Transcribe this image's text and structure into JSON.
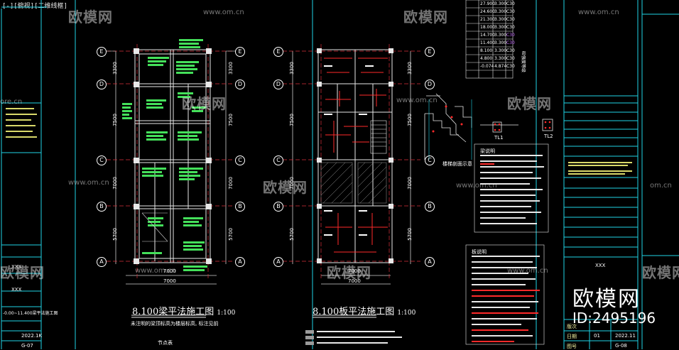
{
  "viewport_label": "[-][俯视][二维线框]",
  "watermark": {
    "logo": "欧模网",
    "url": "www.om.cn",
    "url_short": "om.cn",
    "url_partial": "ore.cn",
    "big_logo": "欧模网",
    "big_id": "ID:2495196"
  },
  "drawings": {
    "left": {
      "title": "8.100梁平法施工图",
      "scale": "1:100",
      "note": "未注明的梁顶标高为楼层标高, 标注见前",
      "sub": "节点表"
    },
    "right": {
      "title": "8.100板平法施工图",
      "scale": "1:100"
    }
  },
  "grid": {
    "rows": [
      "E",
      "D",
      "C",
      "B",
      "A"
    ],
    "dims_vertical": [
      "3300",
      "7500",
      "7000",
      "5700"
    ],
    "dim_horizontal": "7000"
  },
  "level_table": {
    "rows": [
      [
        "27.900",
        "3.300",
        "C30"
      ],
      [
        "24.600",
        "3.300",
        "C30"
      ],
      [
        "21.300",
        "3.300",
        "C30"
      ],
      [
        "18.000",
        "3.300",
        "C30"
      ],
      [
        "14.700",
        "3.300",
        "C30"
      ],
      [
        "11.400",
        "3.300",
        "C30"
      ],
      [
        "8.100",
        "3.300",
        "C30"
      ],
      [
        "4.800",
        "3.300",
        "C30"
      ],
      [
        "-0.074",
        "4.874",
        "C30"
      ]
    ],
    "header": [
      "层高(m)",
      "层高",
      "砼强度等级"
    ]
  },
  "section_caption": "楼梯剖面示意",
  "nodes": [
    "TL1",
    "TL2"
  ],
  "notes_title": "梁说明",
  "notes_title2": "板说明",
  "title_block_left": {
    "date": "2022.1K",
    "sheet": "G-07",
    "xxx1": "XXX",
    "xxx2": "XXX",
    "levels": "-0.00~11.400梁平法施工图"
  },
  "title_block_right": {
    "xxx": "XXX",
    "ver": "01",
    "date": "2022.11",
    "sheet": "G-08",
    "labels": [
      "版次",
      "日期",
      "图号"
    ]
  }
}
